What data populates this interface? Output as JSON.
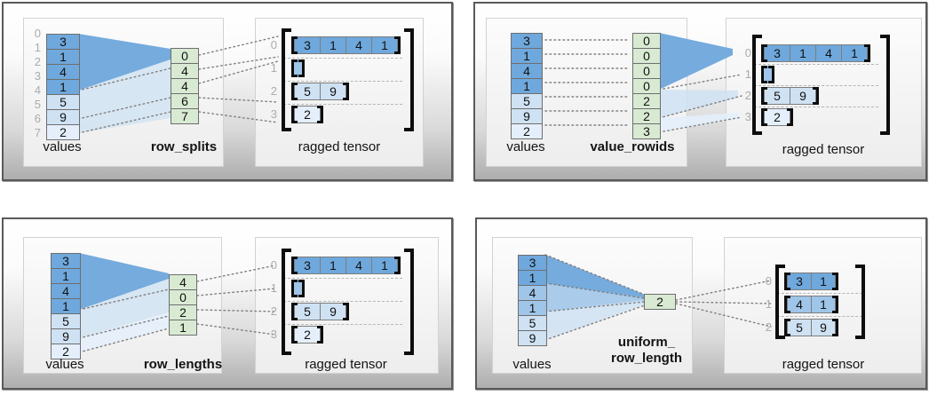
{
  "colors": {
    "dark_blue": "#6fa8dc",
    "mid_blue": "#9fc5e8",
    "light_blue": "#cfe2f3",
    "pale_blue": "#e4effb",
    "green": "#d9ead3"
  },
  "quadrants": {
    "row_splits": {
      "values_label": "values",
      "method_label": "row_splits",
      "tensor_label": "ragged tensor",
      "value_indices": [
        "0",
        "1",
        "2",
        "3",
        "4",
        "5",
        "6",
        "7"
      ],
      "values": [
        "3",
        "1",
        "4",
        "1",
        "5",
        "9",
        "2"
      ],
      "splits": [
        "0",
        "4",
        "4",
        "6",
        "7"
      ],
      "row_indices": [
        "0",
        "1",
        "2",
        "3"
      ],
      "rows": [
        [
          "3",
          "1",
          "4",
          "1"
        ],
        [],
        [
          "5",
          "9"
        ],
        [
          "2"
        ]
      ]
    },
    "value_rowids": {
      "values_label": "values",
      "method_label": "value_rowids",
      "tensor_label": "ragged tensor",
      "values": [
        "3",
        "1",
        "4",
        "1",
        "5",
        "9",
        "2"
      ],
      "rowids": [
        "0",
        "0",
        "0",
        "0",
        "2",
        "2",
        "3"
      ],
      "row_indices": [
        "0",
        "1",
        "2",
        "3"
      ],
      "rows": [
        [
          "3",
          "1",
          "4",
          "1"
        ],
        [],
        [
          "5",
          "9"
        ],
        [
          "2"
        ]
      ]
    },
    "row_lengths": {
      "values_label": "values",
      "method_label": "row_lengths",
      "tensor_label": "ragged tensor",
      "values": [
        "3",
        "1",
        "4",
        "1",
        "5",
        "9",
        "2"
      ],
      "lengths": [
        "4",
        "0",
        "2",
        "1"
      ],
      "row_indices": [
        "0",
        "1",
        "2",
        "3"
      ],
      "rows": [
        [
          "3",
          "1",
          "4",
          "1"
        ],
        [],
        [
          "5",
          "9"
        ],
        [
          "2"
        ]
      ]
    },
    "uniform_row_length": {
      "values_label": "values",
      "method_label_line1": "uniform_",
      "method_label_line2": "row_length",
      "tensor_label": "ragged tensor",
      "values": [
        "3",
        "1",
        "4",
        "1",
        "5",
        "9"
      ],
      "row_length": "2",
      "row_indices": [
        "0",
        "1",
        "2"
      ],
      "rows": [
        [
          "3",
          "1"
        ],
        [
          "4",
          "1"
        ],
        [
          "5",
          "9"
        ]
      ]
    }
  }
}
